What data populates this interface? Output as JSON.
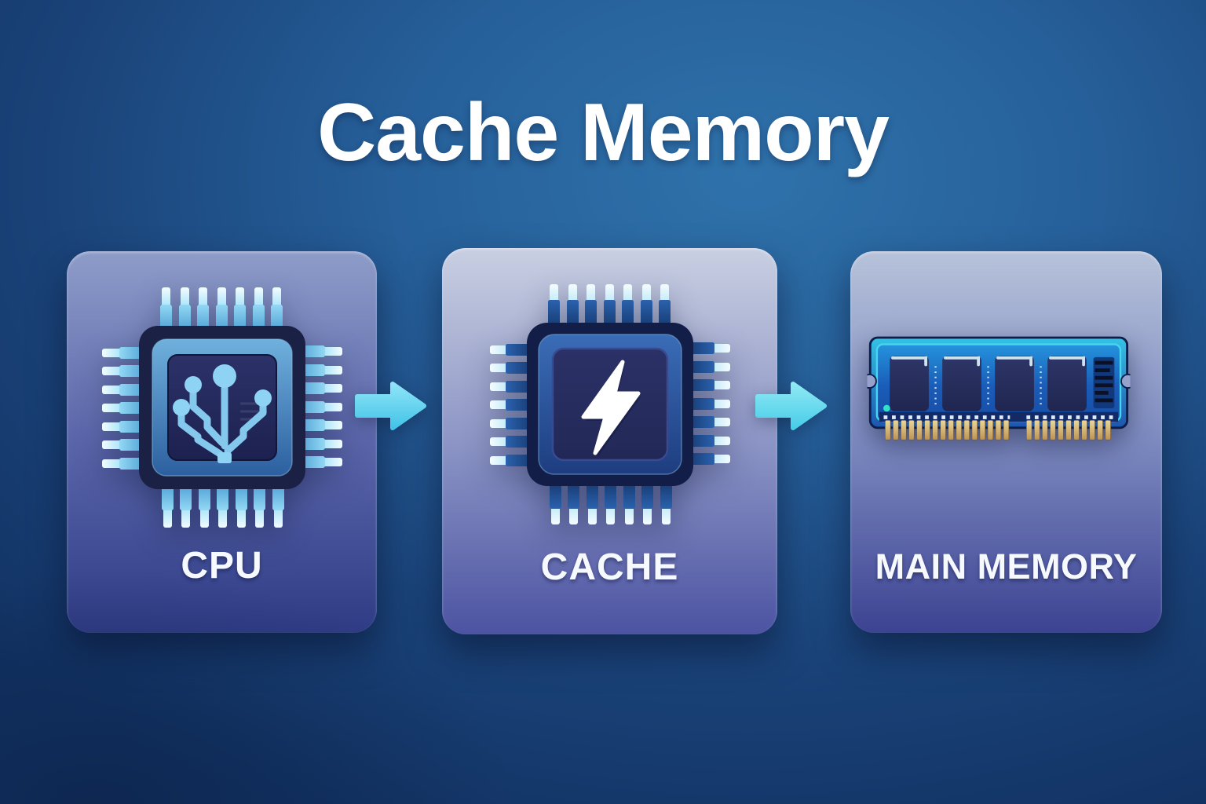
{
  "title": "Cache Memory",
  "cards": [
    {
      "id": "cpu",
      "label": "CPU",
      "icon": "cpu-chip-icon"
    },
    {
      "id": "cache",
      "label": "CACHE",
      "icon": "lightning-chip-icon"
    },
    {
      "id": "main_memory",
      "label": "MAIN MEMORY",
      "icon": "ram-module-icon"
    }
  ],
  "flow": {
    "arrow_icon": "right-arrow-icon",
    "connections": [
      "CPU to CACHE",
      "CACHE to MAIN MEMORY"
    ]
  },
  "colors": {
    "background_center": "#2F72AB",
    "background_edge": "#123263",
    "card_cpu_top": "#8E9CC9",
    "card_cpu_bottom": "#2F3C85",
    "card_cache_top": "#C9CFE2",
    "card_cache_bottom": "#4C53A2",
    "card_main_top": "#B7C2DA",
    "card_main_bottom": "#3C4392",
    "arrow": "#55CDEC",
    "chip_body": "#18214A",
    "chip_bezel": "#3A7FB8",
    "chip_pin_light": "#BFE9F8",
    "circuit_icon": "#84C8EE",
    "bolt": "#FFFFFF",
    "ram_pcb": "#1E6FC4",
    "ram_rim": "#3FD0EC",
    "ram_chip": "#272E62",
    "gold_pins": "#D9B873",
    "text": "#FFFFFF"
  }
}
